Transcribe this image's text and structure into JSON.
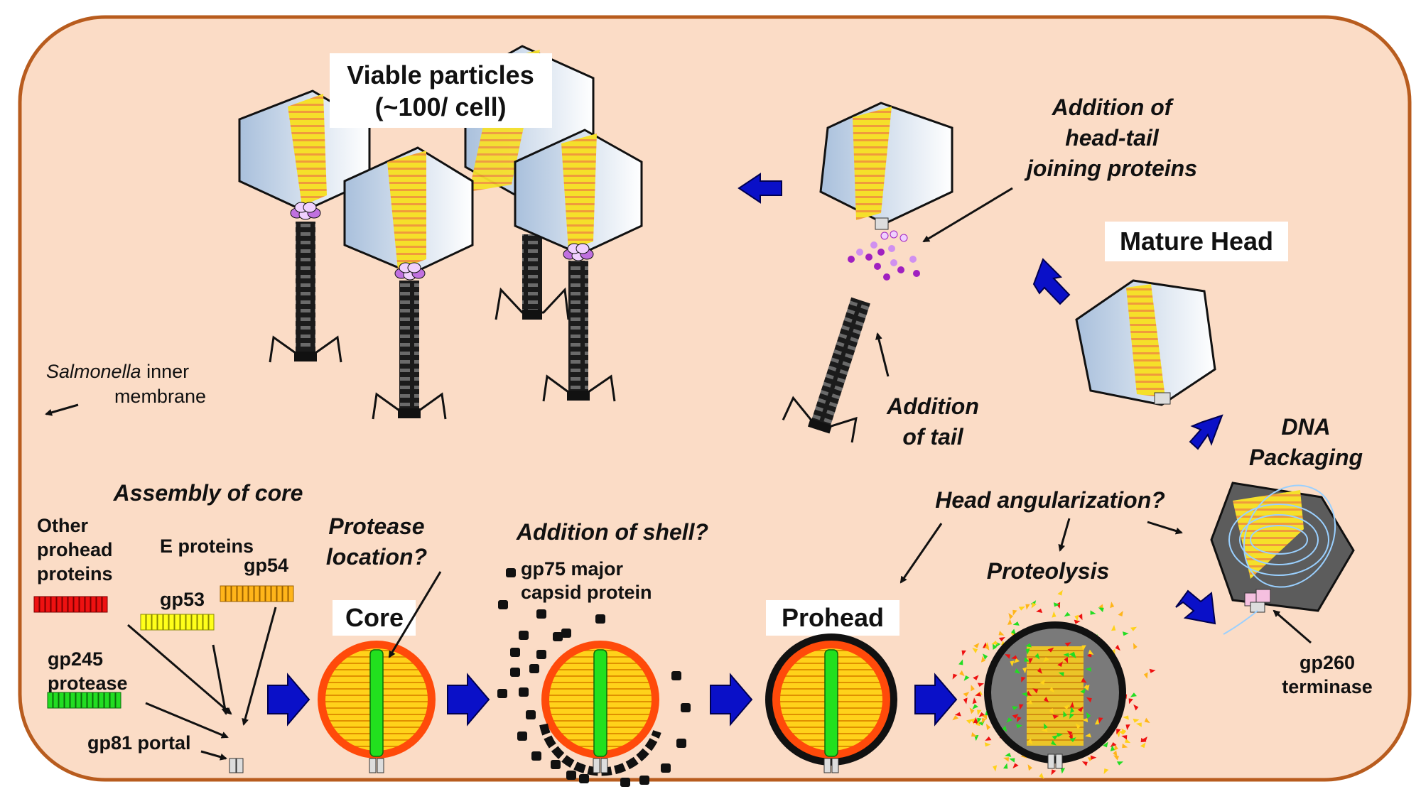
{
  "colors": {
    "cell_fill": "#fbdcc6",
    "cell_border": "#b85c1e",
    "arrow_blue": "#0a10c8",
    "core_orange": "#ff4a0a",
    "core_stripe": "#ffd21a",
    "core_stripe_dark": "#e09000",
    "portal_green": "#22e01e",
    "capsid_gradient_left": "#a9c0dc",
    "capsid_gradient_right": "#ffffff",
    "dna_yellow": "#f5e02a",
    "dna_orange": "#f09a3c",
    "tail_dark": "#1b1b1b",
    "purple": "#a020c0",
    "other_prohead_red": "#ee1111",
    "e_proteins_yellow": "#ffff1a",
    "gp54_orange": "#ffb51a",
    "gp245_green": "#22dd22",
    "prohead_shell_gray": "#7a7a7a"
  },
  "labels": {
    "viable_particles_line1": "Viable particles",
    "viable_particles_line2": "(~100/ cell)",
    "addition_htj_line1": "Addition of",
    "addition_htj_line2": "head-tail",
    "addition_htj_line3": "joining proteins",
    "mature_head": "Mature Head",
    "salmonella_italic": "Salmonella",
    "salmonella_rest": " inner",
    "membrane": "membrane",
    "addition_tail_line1": "Addition",
    "addition_tail_line2": "of tail",
    "dna_packaging_line1": "DNA",
    "dna_packaging_line2": "Packaging",
    "assembly_of_core": "Assembly of core",
    "other_prohead_line1": "Other",
    "other_prohead_line2": "prohead",
    "other_prohead_line3": "proteins",
    "e_proteins": "E proteins",
    "gp54": "gp54",
    "gp53": "gp53",
    "gp245_line1": "gp245",
    "gp245_line2": "protease",
    "gp81_portal": "gp81 portal",
    "protease_location_line1": "Protease",
    "protease_location_line2": "location?",
    "core": "Core",
    "addition_of_shell": "Addition of shell?",
    "gp75_line1": "gp75 major",
    "gp75_line2": "capsid protein",
    "head_angularization": "Head angularization?",
    "proteolysis": "Proteolysis",
    "prohead": "Prohead",
    "gp260_line1": "gp260",
    "gp260_line2": "terminase"
  }
}
